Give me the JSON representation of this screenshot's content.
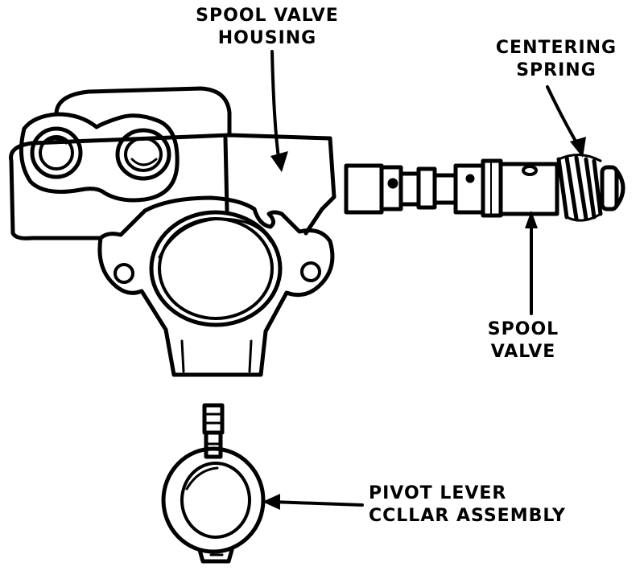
{
  "labels": {
    "housing": [
      "SPOOL VALVE",
      "HOUSING"
    ],
    "spring": [
      "CENTERING",
      "SPRING"
    ],
    "spool": [
      "SPOOL",
      "VALVE"
    ],
    "pivot": [
      "PIVOT LEVER",
      "CCLLAR ASSEMBLY"
    ]
  },
  "colors": {
    "ink": "#000000",
    "paper": "#ffffff"
  }
}
